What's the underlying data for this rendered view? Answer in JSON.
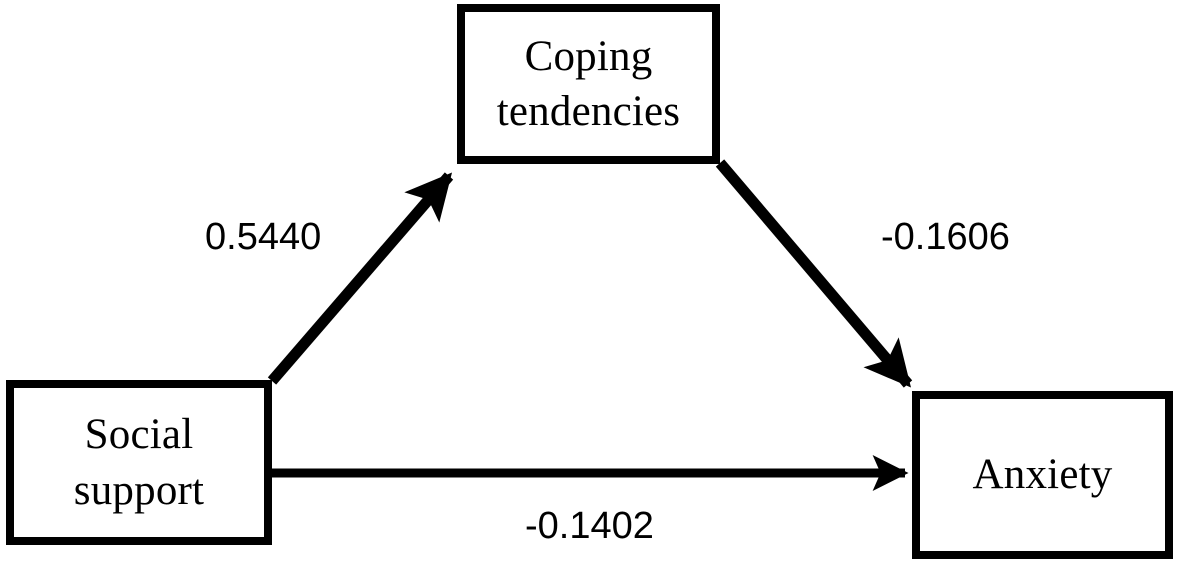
{
  "diagram": {
    "type": "mediation-path-diagram",
    "background_color": "#ffffff",
    "line_color": "#000000",
    "nodes": [
      {
        "id": "coping",
        "label_line1": "Coping",
        "label_line2": "tendencies"
      },
      {
        "id": "social",
        "label_line1": "Social",
        "label_line2": "support"
      },
      {
        "id": "anxiety",
        "label_line1": "Anxiety",
        "label_line2": ""
      }
    ],
    "edges": [
      {
        "id": "a-path",
        "from": "social",
        "to": "coping",
        "coefficient": "0.5440"
      },
      {
        "id": "b-path",
        "from": "coping",
        "to": "anxiety",
        "coefficient": "-0.1606"
      },
      {
        "id": "c-path",
        "from": "social",
        "to": "anxiety",
        "coefficient": "-0.1402"
      }
    ]
  },
  "chart_data": {
    "type": "diagram",
    "title": "",
    "nodes": [
      "Social support",
      "Coping tendencies",
      "Anxiety"
    ],
    "edges": [
      {
        "source": "Social support",
        "target": "Coping tendencies",
        "value": 0.544,
        "label": "0.5440"
      },
      {
        "source": "Coping tendencies",
        "target": "Anxiety",
        "value": -0.1606,
        "label": "-0.1606"
      },
      {
        "source": "Social support",
        "target": "Anxiety",
        "value": -0.1402,
        "label": "-0.1402"
      }
    ]
  }
}
